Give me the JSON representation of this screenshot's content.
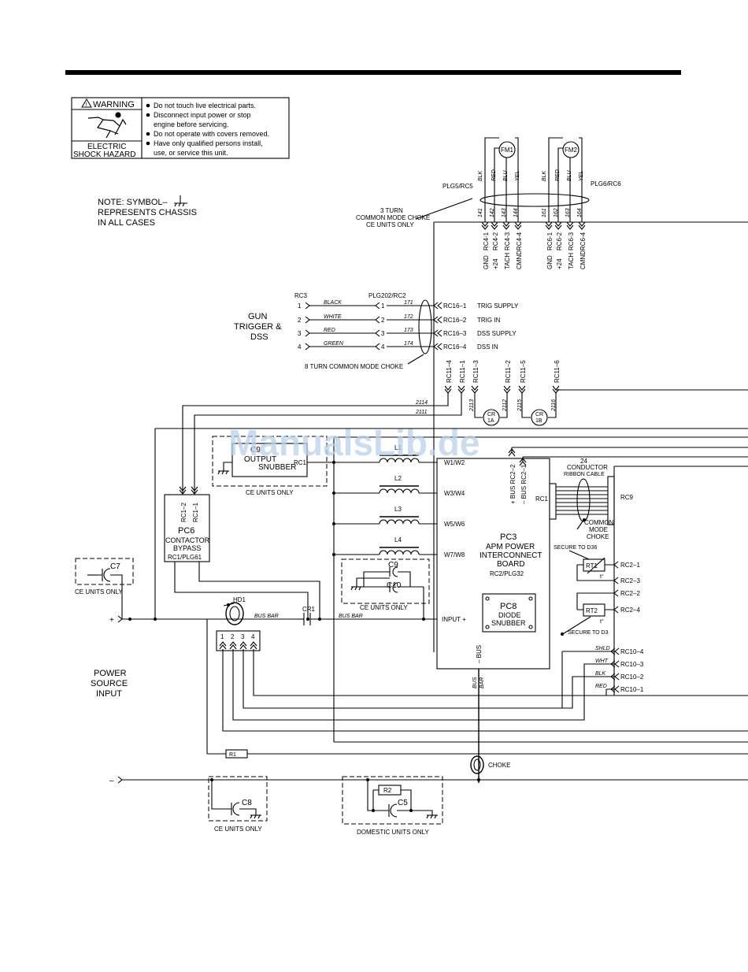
{
  "warning": {
    "header": "WARNING",
    "caption_line1": "ELECTRIC",
    "caption_line2": "SHOCK HAZARD",
    "lines": [
      "Do not touch live electrical parts.",
      "Disconnect input power or stop",
      "engine before servicing.",
      "Do not operate with covers removed.",
      "Have only qualified persons install,",
      "use, or service this unit."
    ]
  },
  "note": {
    "line1": "NOTE: SYMBOL–",
    "line2": "REPRESENTS CHASSIS",
    "line3": "IN ALL CASES"
  },
  "watermark": "ManualsLib.de",
  "fans": {
    "fm1": "FM1",
    "fm2": "FM2",
    "plg5": "PLG5/RC5",
    "plg6": "PLG6/RC6",
    "fm1_colors": [
      "BLK",
      "RED",
      "BLU",
      "YEL"
    ],
    "fm2_colors": [
      "BLK",
      "RED",
      "BLU",
      "YEL"
    ],
    "fm1_wires": [
      "141",
      "142",
      "143",
      "144"
    ],
    "fm2_wires": [
      "161",
      "162",
      "163",
      "164"
    ],
    "fm1_pins": [
      "RC4-1",
      "RC4-2",
      "RC4-3",
      "RC4-4"
    ],
    "fm2_pins": [
      "RC6-1",
      "RC6-2",
      "RC6-3",
      "RC6-4"
    ],
    "fm1_sigs": [
      "GND",
      "+24",
      "TACH",
      "CMND"
    ],
    "fm2_sigs": [
      "GND",
      "+24",
      "TACH",
      "CMND"
    ],
    "choke_line1": "3 TURN",
    "choke_line2": "COMMON MODE CHOKE",
    "choke_line3": "CE UNITS ONLY"
  },
  "gun": {
    "title_line1": "GUN",
    "title_line2": "TRIGGER  &",
    "title_line3": "DSS",
    "rc3": "RC3",
    "plg202": "PLG202/RC2",
    "pins": [
      "1",
      "2",
      "3",
      "4"
    ],
    "colors": [
      "BLACK",
      "WHITE",
      "RED",
      "GREEN"
    ],
    "wires": [
      "171",
      "172",
      "173",
      "174"
    ],
    "rc16": [
      "RC16–1",
      "RC16–2",
      "RC16–3",
      "RC16–4"
    ],
    "signals": [
      "TRIG SUPPLY",
      "TRIG IN",
      "DSS SUPPLY",
      "DSS IN"
    ],
    "choke": "8 TURN COMMON MODE CHOKE"
  },
  "rc11": {
    "pins": [
      "RC11–4",
      "RC11–1",
      "RC11–3",
      "RC11–2",
      "RC11–5",
      "RC11–6"
    ],
    "wires": [
      "2114",
      "2111",
      "2113",
      "2112",
      "2115",
      "2116"
    ],
    "cr1a": "CR\n1A",
    "cr1a_l1": "CR",
    "cr1a_l2": "1A",
    "cr1b_l1": "CR",
    "cr1b_l2": "1B"
  },
  "snubber": {
    "c9": "C9",
    "line1": "OUTPUT",
    "line2": "SNUBBER",
    "rc1": "RC1",
    "ce": "CE UNITS ONLY"
  },
  "inductors": [
    "L1",
    "L2",
    "L3",
    "L4"
  ],
  "pc3": {
    "name": "PC3",
    "line1": "APM POWER",
    "line2": "INTERCONNECT",
    "line3": "BOARD",
    "line4": "RC2/PLG32",
    "inputs": [
      "W1/W2",
      "W3/W4",
      "W5/W6",
      "W7/W8"
    ],
    "input_plus": "INPUT +",
    "bus_minus": "– BUS",
    "bus_plus_rc": "+ BUS RC2–2",
    "bus_minus_rc": "– BUS RC2–1",
    "rc1": "RC1"
  },
  "pc8": {
    "name": "PC8",
    "line1": "DIODE",
    "line2": "SNUBBER"
  },
  "c10": {
    "c9": "C9",
    "c10": "C10",
    "ce": "CE UNITS ONLY"
  },
  "pc6": {
    "rc1_2": "RC1–2",
    "rc1_1": "RC1–1",
    "name": "PC6",
    "line1": "CONTACTOR",
    "line2": "BYPASS",
    "line3": "RC1/PLG61"
  },
  "c7": {
    "name": "C7",
    "ce": "CE UNITS ONLY"
  },
  "hd1": {
    "name": "HD1",
    "bus_bar": "BUS BAR",
    "pins": [
      "1",
      "2",
      "3",
      "4"
    ]
  },
  "cr1": "CR1",
  "bus_bar2": "BUS BAR",
  "bus_bar_vert_1": "BUS",
  "bus_bar_vert_2": "BAR",
  "ribbon": {
    "line1": "24",
    "line2": "CONDUCTOR",
    "line3": "RIBBON CABLE",
    "choke1": "COMMON",
    "choke2": "MODE",
    "choke3": "CHOKE",
    "rc9": "RC9"
  },
  "rt": {
    "secure_d36": "SECURE TO D36",
    "secure_d3": "SECURE TO D3",
    "rt1": "RT1",
    "rt2": "RT2",
    "t": "t°",
    "rc2": [
      "RC2–1",
      "RC2–3",
      "RC2–2",
      "RC2–4"
    ]
  },
  "rc10": {
    "colors": [
      "SHLD",
      "WHT",
      "BLK",
      "RED"
    ],
    "pins": [
      "RC10–4",
      "RC10–3",
      "RC10–2",
      "RC10–1"
    ]
  },
  "power": {
    "line1": "POWER",
    "line2": "SOURCE",
    "line3": "INPUT",
    "plus": "+",
    "minus": "–",
    "r1": "R1",
    "choke": "CHOKE"
  },
  "c8": {
    "name": "C8",
    "ce": "CE UNITS ONLY"
  },
  "c5": {
    "r2": "R2",
    "name": "C5",
    "domestic": "DOMESTIC UNITS ONLY"
  }
}
